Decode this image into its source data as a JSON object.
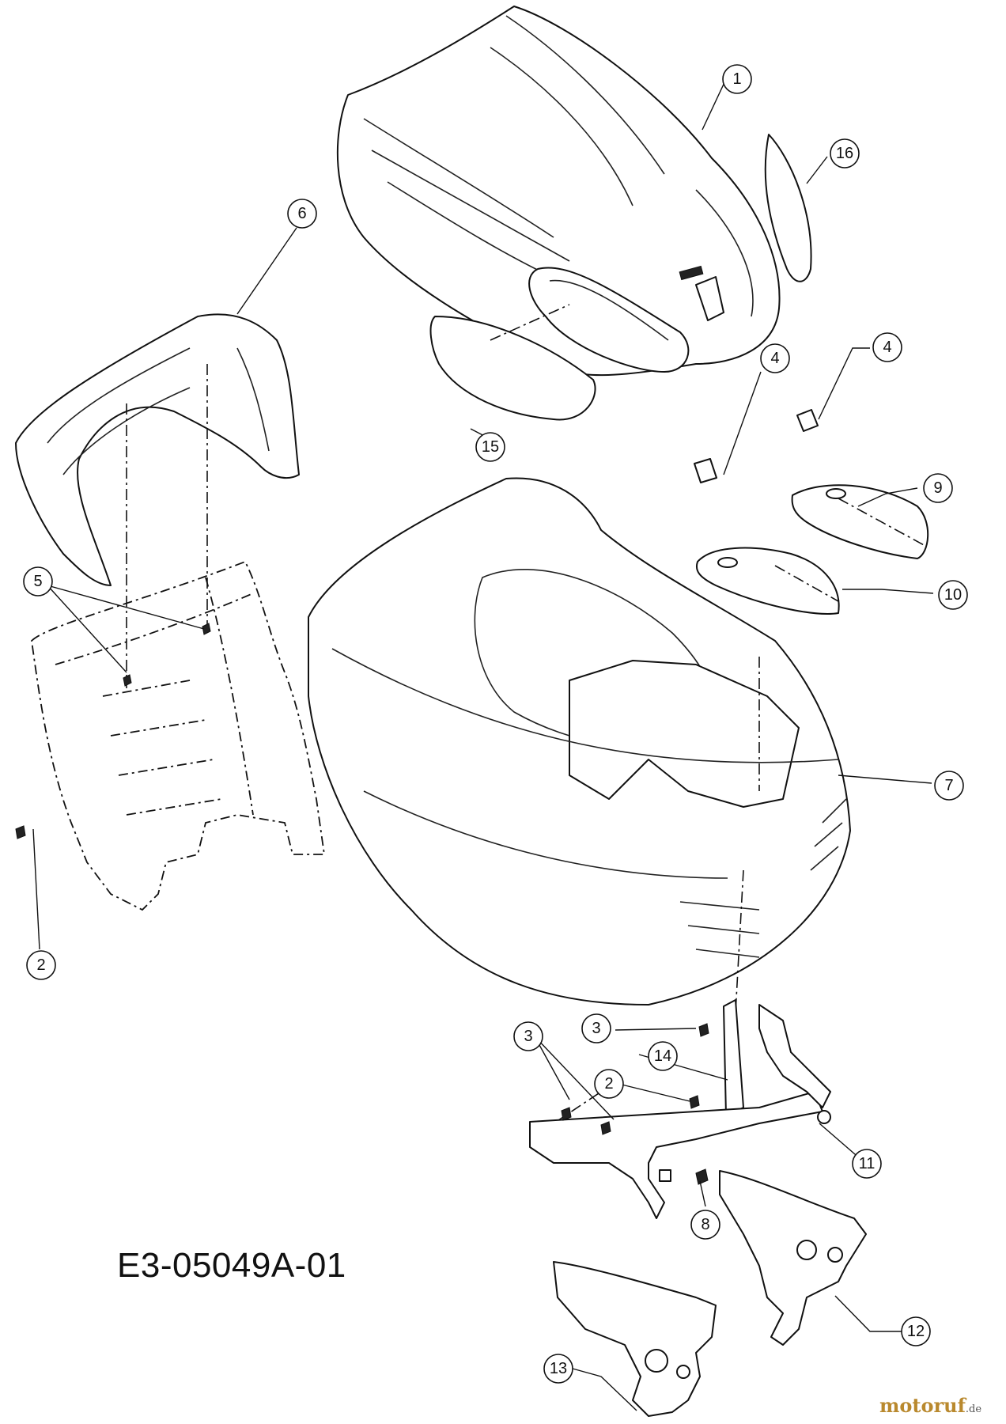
{
  "diagram": {
    "id_label": "E3-05049A-01",
    "watermark_main": "motoruf",
    "watermark_tld": ".de"
  },
  "callouts": {
    "p1": "1",
    "p2a": "2",
    "p2b": "2",
    "p3a": "3",
    "p3b": "3",
    "p4a": "4",
    "p4b": "4",
    "p5": "5",
    "p6": "6",
    "p7": "7",
    "p8": "8",
    "p9": "9",
    "p10": "10",
    "p11": "11",
    "p12": "12",
    "p13": "13",
    "p14": "14",
    "p15": "15",
    "p16": "16"
  }
}
